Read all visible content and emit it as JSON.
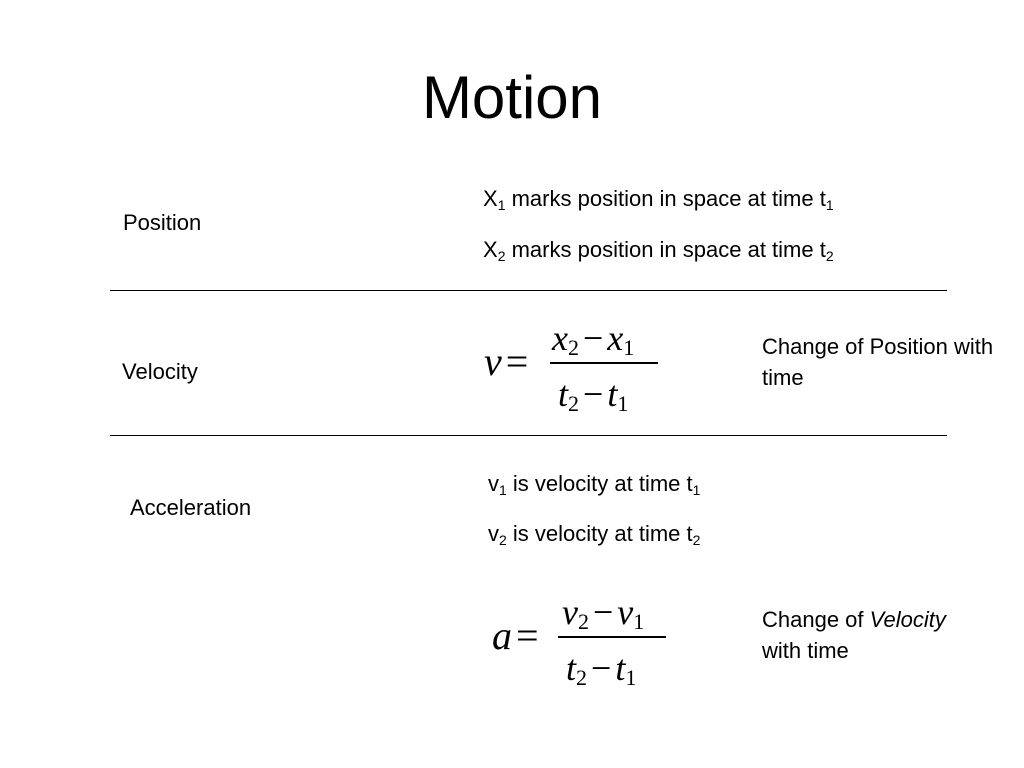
{
  "title": "Motion",
  "rows": {
    "position": {
      "label": "Position",
      "line1": {
        "var": "X",
        "sub": "1",
        "text": " marks position in space at time t",
        "end_sub": "1"
      },
      "line2": {
        "var": "X",
        "sub": "2",
        "text": " marks position in space at time t",
        "end_sub": "2"
      }
    },
    "velocity": {
      "label": "Velocity",
      "equation": {
        "lhs": "v",
        "eq": "=",
        "num": {
          "a": "x",
          "a_sub": "2",
          "op": "−",
          "b": "x",
          "b_sub": "1"
        },
        "den": {
          "a": "t",
          "a_sub": "2",
          "op": "−",
          "b": "t",
          "b_sub": "1"
        }
      },
      "note": "Change of Position with time"
    },
    "acceleration": {
      "label": "Acceleration",
      "line1": {
        "var": "v",
        "sub": "1",
        "text": " is velocity at time t",
        "end_sub": "1"
      },
      "line2": {
        "var": "v",
        "sub": "2",
        "text": " is velocity at time t",
        "end_sub": "2"
      },
      "equation": {
        "lhs": "a",
        "eq": "=",
        "num": {
          "a": "v",
          "a_sub": "2",
          "op": "−",
          "b": "v",
          "b_sub": "1"
        },
        "den": {
          "a": "t",
          "a_sub": "2",
          "op": "−",
          "b": "t",
          "b_sub": "1"
        }
      },
      "note": {
        "before": "Change of ",
        "emph": "Velocity",
        "after": "with time"
      }
    }
  }
}
